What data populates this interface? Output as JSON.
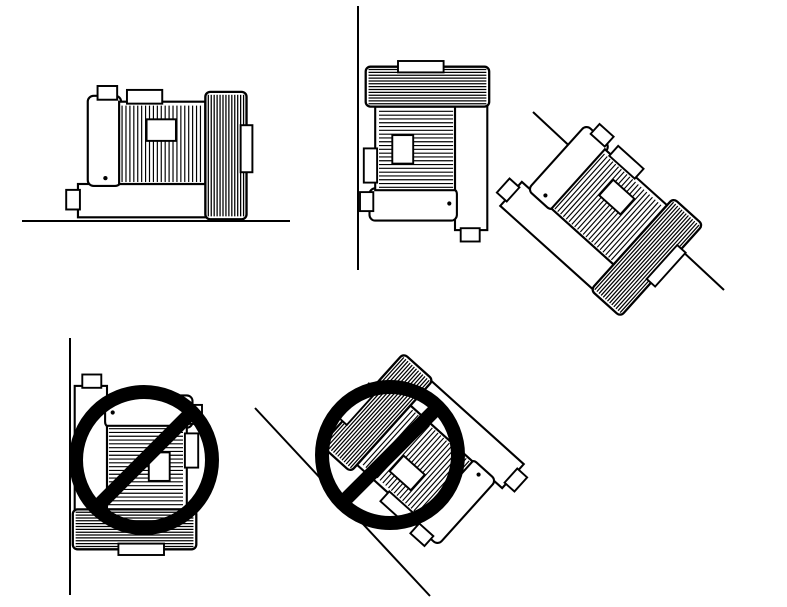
{
  "diagram": {
    "panels": [
      {
        "id": "horizontal",
        "mount": "floor",
        "allowed": true
      },
      {
        "id": "vertical-wall",
        "mount": "wall",
        "allowed": true
      },
      {
        "id": "tilted",
        "mount": "incline",
        "allowed": true
      },
      {
        "id": "upside-down-wall",
        "mount": "wall",
        "allowed": false
      },
      {
        "id": "tilted-inverted",
        "mount": "incline",
        "allowed": false
      }
    ],
    "colors": {
      "line": "#000000",
      "background": "#ffffff",
      "prohibited": "#000000"
    },
    "icons": {
      "prohibited": "prohibited-icon",
      "unit": "blower-unit-icon"
    }
  }
}
